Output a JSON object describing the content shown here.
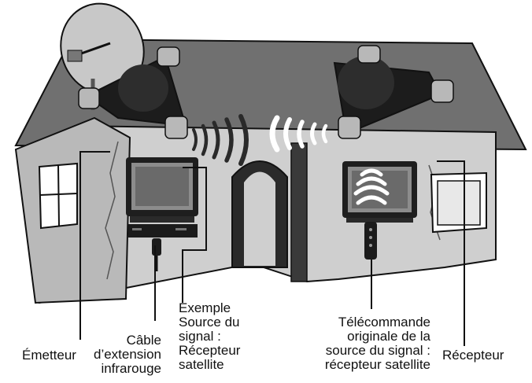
{
  "labels": {
    "emetteur": "Émetteur",
    "cable_line1": "Câble",
    "cable_line2": "d’extension",
    "cable_line3": "infrarouge",
    "exemple_line1": "Exemple",
    "exemple_line2": "Source du",
    "exemple_line3": "signal :",
    "exemple_line4": "Récepteur",
    "exemple_line5": "satellite",
    "telecommande_line1": "Télécommande",
    "telecommande_line2": "originale de la",
    "telecommande_line3": "source du signal :",
    "telecommande_line4": "récepteur satellite",
    "recepteur": "Récepteur"
  },
  "colors": {
    "roof": "#6f6f6f",
    "wall": "#cfcfcf",
    "wall_dark": "#9c9c9c",
    "outline": "#111111",
    "device": "#1e1e1e",
    "metal": "#b8b8b8"
  },
  "icons": [
    "satellite-dish-icon",
    "ir-emitter-icon",
    "ir-receiver-icon",
    "tv-icon",
    "remote-control-icon",
    "signal-waves-icon"
  ]
}
